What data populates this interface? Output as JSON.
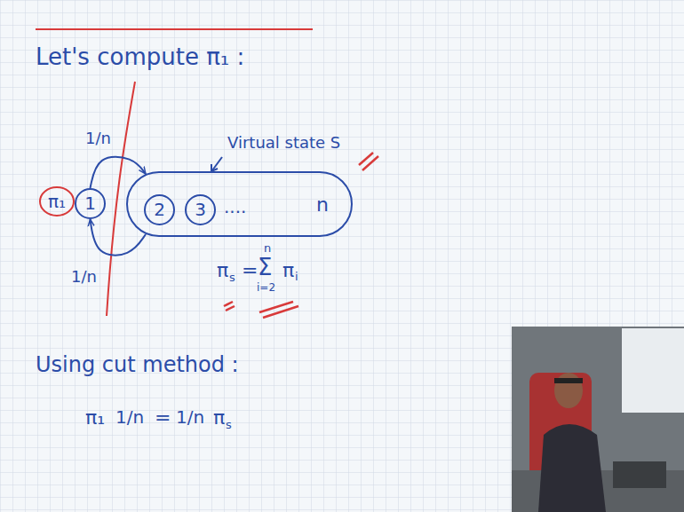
{
  "diagram": {
    "nodes": [
      {
        "text": [
          "1"
        ]
      },
      {
        "text": [
          "Virtual state S"
        ]
      },
      {
        "text": [
          "2"
        ],
        "in": 1
      },
      {
        "text": [
          "3"
        ],
        "in": 1
      }
    ],
    "edges": [
      {
        "from": 0,
        "to": 1,
        "arrow": "to",
        "label": "1/n"
      },
      {
        "from": 1,
        "to": 0,
        "arrow": "to",
        "label": "1/n"
      }
    ],
    "labels": [
      "Let's compute π₁ :",
      "π₁",
      "....",
      "n",
      "π",
      "s",
      "=",
      "Σ",
      "n",
      "i=2",
      "π",
      "i",
      "Using cut method :",
      "π₁",
      "1/n",
      "=",
      "1/n",
      "π",
      "s"
    ]
  }
}
